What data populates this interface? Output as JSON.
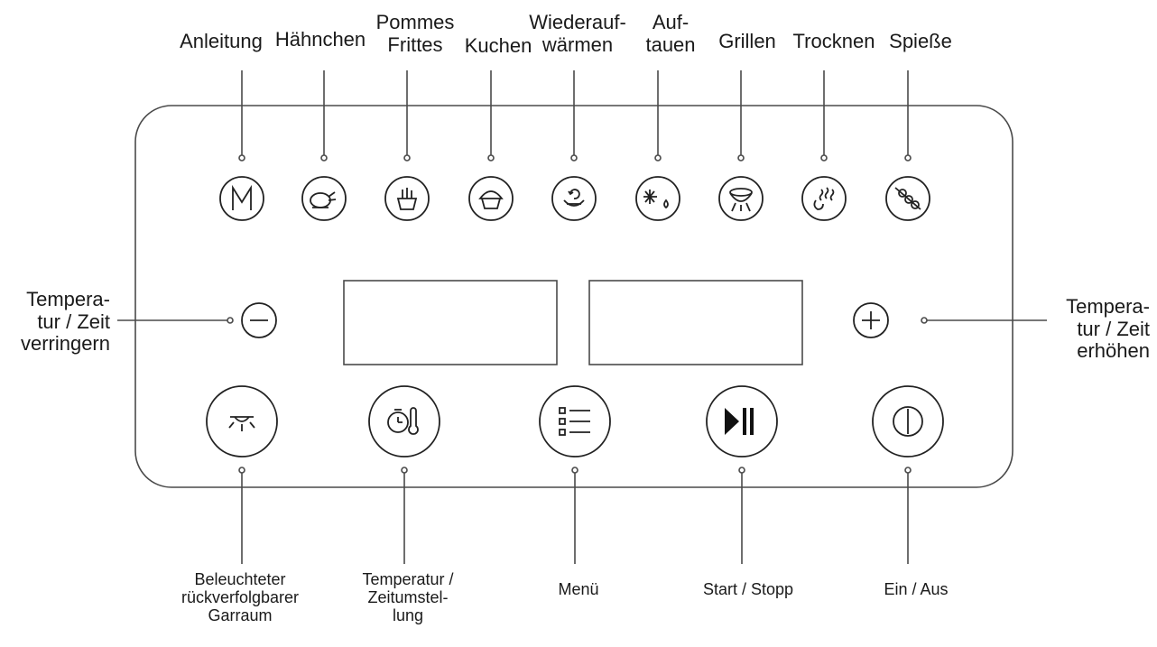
{
  "top_labels": [
    {
      "lines": [
        "Anleitung"
      ],
      "icon": "m-letter-icon"
    },
    {
      "lines": [
        "Hähnchen"
      ],
      "icon": "chicken-icon"
    },
    {
      "lines": [
        "Pommes",
        "Frittes"
      ],
      "icon": "fries-icon"
    },
    {
      "lines": [
        "Kuchen"
      ],
      "icon": "cake-icon"
    },
    {
      "lines": [
        "Wiederauf-",
        "wärmen"
      ],
      "icon": "reheat-icon"
    },
    {
      "lines": [
        "Auf-",
        "tauen"
      ],
      "icon": "defrost-icon"
    },
    {
      "lines": [
        "Grillen"
      ],
      "icon": "grill-icon"
    },
    {
      "lines": [
        "Trocknen"
      ],
      "icon": "dry-icon"
    },
    {
      "lines": [
        "Spieße"
      ],
      "icon": "skewer-icon"
    }
  ],
  "left_label": {
    "lines": [
      "Tempera-",
      "tur / Zeit",
      "verringern"
    ],
    "icon": "minus-icon"
  },
  "right_label": {
    "lines": [
      "Tempera-",
      "tur / Zeit",
      "erhöhen"
    ],
    "icon": "plus-icon"
  },
  "bottom_labels": [
    {
      "lines": [
        "Beleuchteter",
        "rückverfolgbarer",
        "Garraum"
      ],
      "icon": "light-icon"
    },
    {
      "lines": [
        "Temperatur /",
        "Zeitumstel-",
        "lung"
      ],
      "icon": "timer-thermometer-icon"
    },
    {
      "lines": [
        "Menü"
      ],
      "icon": "menu-list-icon"
    },
    {
      "lines": [
        "Start / Stopp"
      ],
      "icon": "play-pause-icon"
    },
    {
      "lines": [
        "Ein / Aus"
      ],
      "icon": "power-icon"
    }
  ],
  "colors": {
    "stroke": "#4a4a4a",
    "text": "#1a1a1a"
  }
}
